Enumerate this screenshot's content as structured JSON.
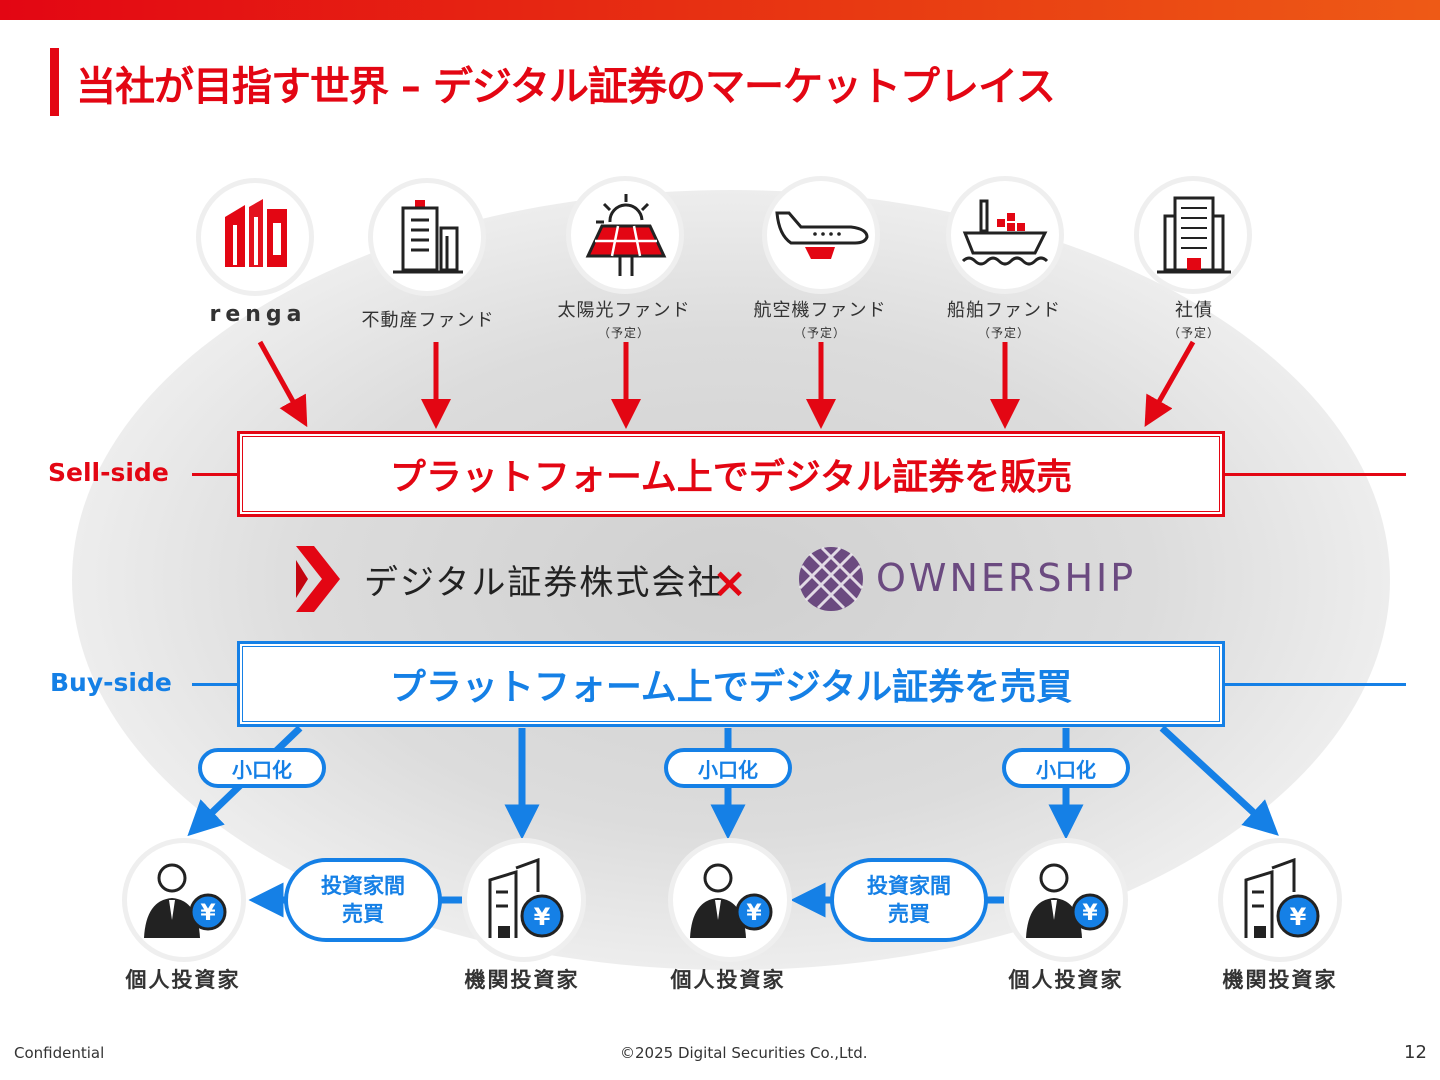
{
  "title": "当社が目指す世界 – デジタル証券のマーケットプレイス",
  "sources": [
    {
      "label": "renga",
      "sub": ""
    },
    {
      "label": "不動産ファンド",
      "sub": ""
    },
    {
      "label": "太陽光ファンド",
      "sub": "（予定）"
    },
    {
      "label": "航空機ファンド",
      "sub": "（予定）"
    },
    {
      "label": "船舶ファンド",
      "sub": "（予定）"
    },
    {
      "label": "社債",
      "sub": "（予定）"
    }
  ],
  "sell_side": {
    "label": "Sell-side",
    "box_text": "プラットフォーム上でデジタル証券を販売"
  },
  "buy_side": {
    "label": "Buy-side",
    "box_text": "プラットフォーム上でデジタル証券を売買"
  },
  "partners": {
    "company": "デジタル証券株式会社",
    "cross": "×",
    "partner": "OWNERSHIP"
  },
  "fractionalize": "小口化",
  "secondary_trade": {
    "line1": "投資家間",
    "line2": "売買"
  },
  "investors": [
    "個人投資家",
    "機関投資家",
    "個人投資家",
    "個人投資家",
    "機関投資家"
  ],
  "footer": {
    "left": "Confidential",
    "center": "©2025 Digital Securities Co.,Ltd.",
    "page": "12"
  },
  "colors": {
    "sell": "#e30613",
    "buy": "#1580e6",
    "partner": "#6b4a80"
  }
}
